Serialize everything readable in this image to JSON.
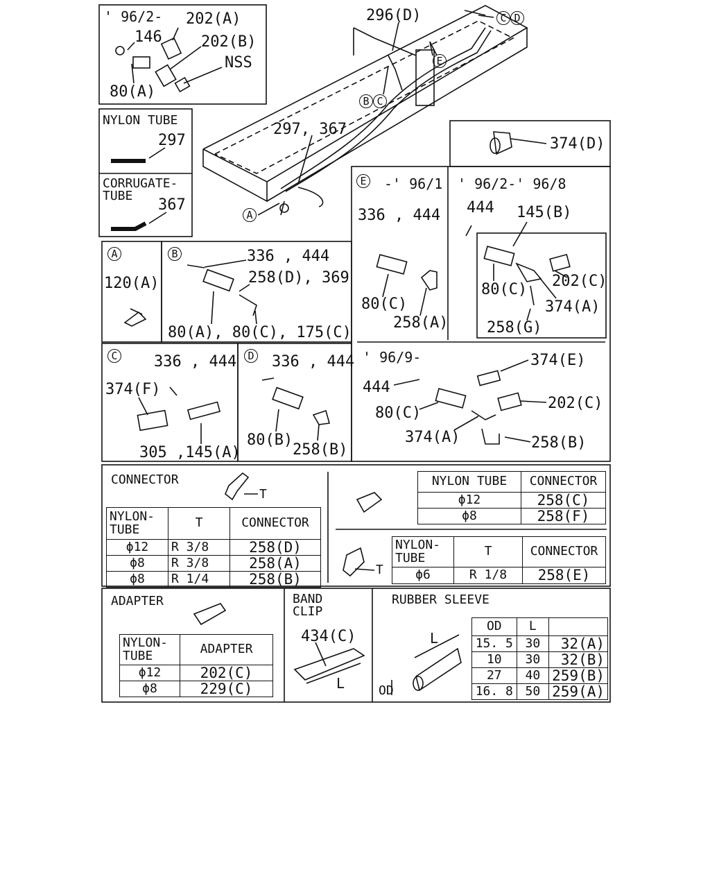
{
  "panel_9602": {
    "date": "' 96/2-",
    "c202a": "202(A)",
    "c146": "146",
    "c202b": "202(B)",
    "nss": "NSS",
    "c80a": "80(A)"
  },
  "frame": {
    "c296d": "296(D)",
    "cd_c": "C",
    "cd_d": "D",
    "e": "E",
    "bc_b": "B",
    "bc_c": "C",
    "c297_367": "297, 367",
    "a": "A"
  },
  "nylon": {
    "title": "NYLON TUBE",
    "part": "297"
  },
  "corrugate": {
    "title1": "CORRUGATE-",
    "title2": "TUBE",
    "part": "367"
  },
  "panel_374d": {
    "part": "374(D)"
  },
  "panel_e": {
    "marker": "E",
    "date1": "-' 96/1",
    "date2": "' 96/2-' 96/8",
    "p336": "336 , 444",
    "p80c": "80(C)",
    "p258a": "258(A)",
    "p444": "444",
    "p145b": "145(B)",
    "p80c2": "80(C)",
    "p202c": "202(C)",
    "p374a": "374(A)",
    "p258g": "258(G)",
    "date3": "' 96/9-",
    "p374e": "374(E)",
    "p444b": "444",
    "p202c2": "202(C)",
    "p80c3": "80(C)",
    "p374a2": "374(A)",
    "p258b": "258(B)"
  },
  "panel_a": {
    "marker": "A",
    "part": "120(A)"
  },
  "panel_b": {
    "marker": "B",
    "p1": "336 , 444",
    "p2": "258(D), 369",
    "p3": "80(A), 80(C), 175(C)"
  },
  "panel_c": {
    "marker": "C",
    "p1": "336 , 444",
    "p2": "374(F)",
    "p3": "305 ,145(A)"
  },
  "panel_d": {
    "marker": "D",
    "p1": "336 , 444",
    "p2": "80(B)",
    "p3": "258(B)"
  },
  "connector": {
    "title": "CONNECTOR",
    "t": "T",
    "table1": {
      "h1": "NYLON-",
      "h1b": "TUBE",
      "h2": "T",
      "h3": "CONNECTOR",
      "rows": [
        [
          "ϕ12",
          "R 3/8",
          "258(D)"
        ],
        [
          "ϕ8",
          "R 3/8",
          "258(A)"
        ],
        [
          "ϕ8",
          "R 1/4",
          "258(B)"
        ]
      ]
    },
    "table2": {
      "h1": "NYLON TUBE",
      "h2": "CONNECTOR",
      "rows": [
        [
          "ϕ12",
          "258(C)"
        ],
        [
          "ϕ8",
          "258(F)"
        ]
      ]
    },
    "table3": {
      "h1": "NYLON-",
      "h1b": "TUBE",
      "h2": "T",
      "h3": "CONNECTOR",
      "rows": [
        [
          "ϕ6",
          "R 1/8",
          "258(E)"
        ]
      ]
    },
    "t2": "T"
  },
  "adapter": {
    "title": "ADAPTER",
    "h1": "NYLON-",
    "h1b": "TUBE",
    "h2": "ADAPTER",
    "rows": [
      [
        "ϕ12",
        "202(C)"
      ],
      [
        "ϕ8",
        "229(C)"
      ]
    ]
  },
  "band": {
    "title1": "BAND",
    "title2": "CLIP",
    "part": "434(C)",
    "l": "L"
  },
  "sleeve": {
    "title": "RUBBER SLEEVE",
    "l": "L",
    "od": "OD",
    "h1": "OD",
    "h2": "L",
    "h3": "",
    "rows": [
      [
        "15. 5",
        "30",
        "32(A)"
      ],
      [
        "10",
        "30",
        "32(B)"
      ],
      [
        "27",
        "40",
        "259(B)"
      ],
      [
        "16. 8",
        "50",
        "259(A)"
      ]
    ]
  }
}
